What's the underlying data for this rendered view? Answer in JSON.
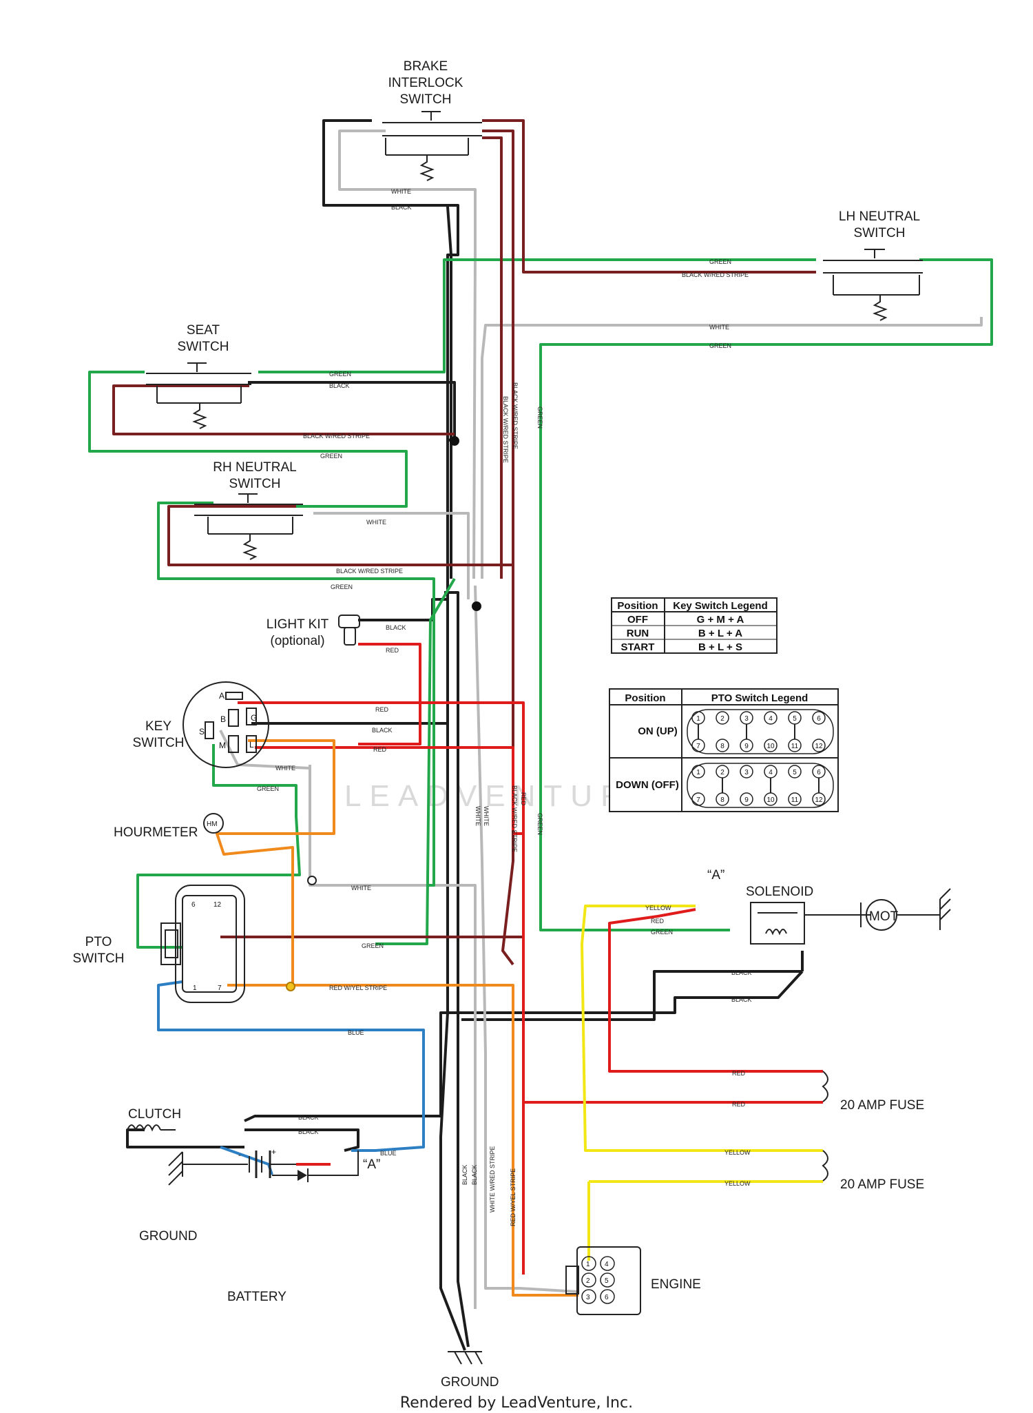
{
  "components": {
    "brake_interlock_switch": [
      "BRAKE",
      "INTERLOCK",
      "SWITCH"
    ],
    "lh_neutral_switch": [
      "LH NEUTRAL",
      "SWITCH"
    ],
    "seat_switch": [
      "SEAT",
      "SWITCH"
    ],
    "rh_neutral_switch": [
      "RH NEUTRAL",
      "SWITCH"
    ],
    "light_kit": [
      "LIGHT KIT",
      "(optional)"
    ],
    "key_switch": [
      "KEY",
      "SWITCH"
    ],
    "hourmeter": "HOURMETER",
    "hourmeter_symbol": "HM",
    "pto_switch": [
      "PTO",
      "SWITCH"
    ],
    "solenoid": "SOLENOID",
    "motor_symbol": "MOT",
    "fuse_1": "20 AMP FUSE",
    "fuse_2": "20 AMP FUSE",
    "clutch": "CLUTCH",
    "ground_left": "GROUND",
    "ground_bottom": "GROUND",
    "battery": "BATTERY",
    "battery_minus": "-",
    "battery_plus": "+",
    "engine": "ENGINE",
    "ref_a_solenoid": "“A”",
    "ref_a_battery": "“A”"
  },
  "key_switch_terminals": {
    "a": "A",
    "b": "B",
    "g": "G",
    "s": "S",
    "m": "M",
    "l": "L"
  },
  "pto_pins": {
    "top_left": "6",
    "top_right": "12",
    "bottom_left": "1",
    "bottom_right": "7"
  },
  "engine_pins": [
    "1",
    "2",
    "3",
    "4",
    "5",
    "6"
  ],
  "key_switch_legend": {
    "headers": [
      "Position",
      "Key Switch Legend"
    ],
    "rows": [
      [
        "OFF",
        "G + M + A"
      ],
      [
        "RUN",
        "B + L + A"
      ],
      [
        "START",
        "B + L + S"
      ]
    ]
  },
  "pto_switch_legend": {
    "headers": [
      "Position",
      "PTO Switch Legend"
    ],
    "rows": [
      {
        "position": "ON (UP)",
        "top": [
          "1",
          "2",
          "3",
          "4",
          "5",
          "6"
        ],
        "bottom": [
          "7",
          "8",
          "9",
          "10",
          "11",
          "12"
        ]
      },
      {
        "position": "DOWN (OFF)",
        "top": [
          "1",
          "2",
          "3",
          "4",
          "5",
          "6"
        ],
        "bottom": [
          "7",
          "8",
          "9",
          "10",
          "11",
          "12"
        ]
      }
    ]
  },
  "wire_labels": {
    "white": "WHITE",
    "black": "BLACK",
    "green": "GREEN",
    "red": "RED",
    "blue": "BLUE",
    "yellow": "YELLOW",
    "black_red_stripe": "BLACK W/RED STRIPE",
    "red_yel_stripe": "RED W/YEL STRIPE",
    "white_red_stripe": "WHITE W/RED STRIPE"
  },
  "wire_colors": {
    "black": "#1c1c1c",
    "white": "#b8b8b8",
    "green": "#22a84a",
    "red": "#e01b1b",
    "maroon": "#7a1f1f",
    "orange": "#f08a1c",
    "blue": "#2d7fc3",
    "yellow": "#f2e614"
  },
  "watermark": "LEADVENTURE",
  "footer": "Rendered by LeadVenture, Inc."
}
